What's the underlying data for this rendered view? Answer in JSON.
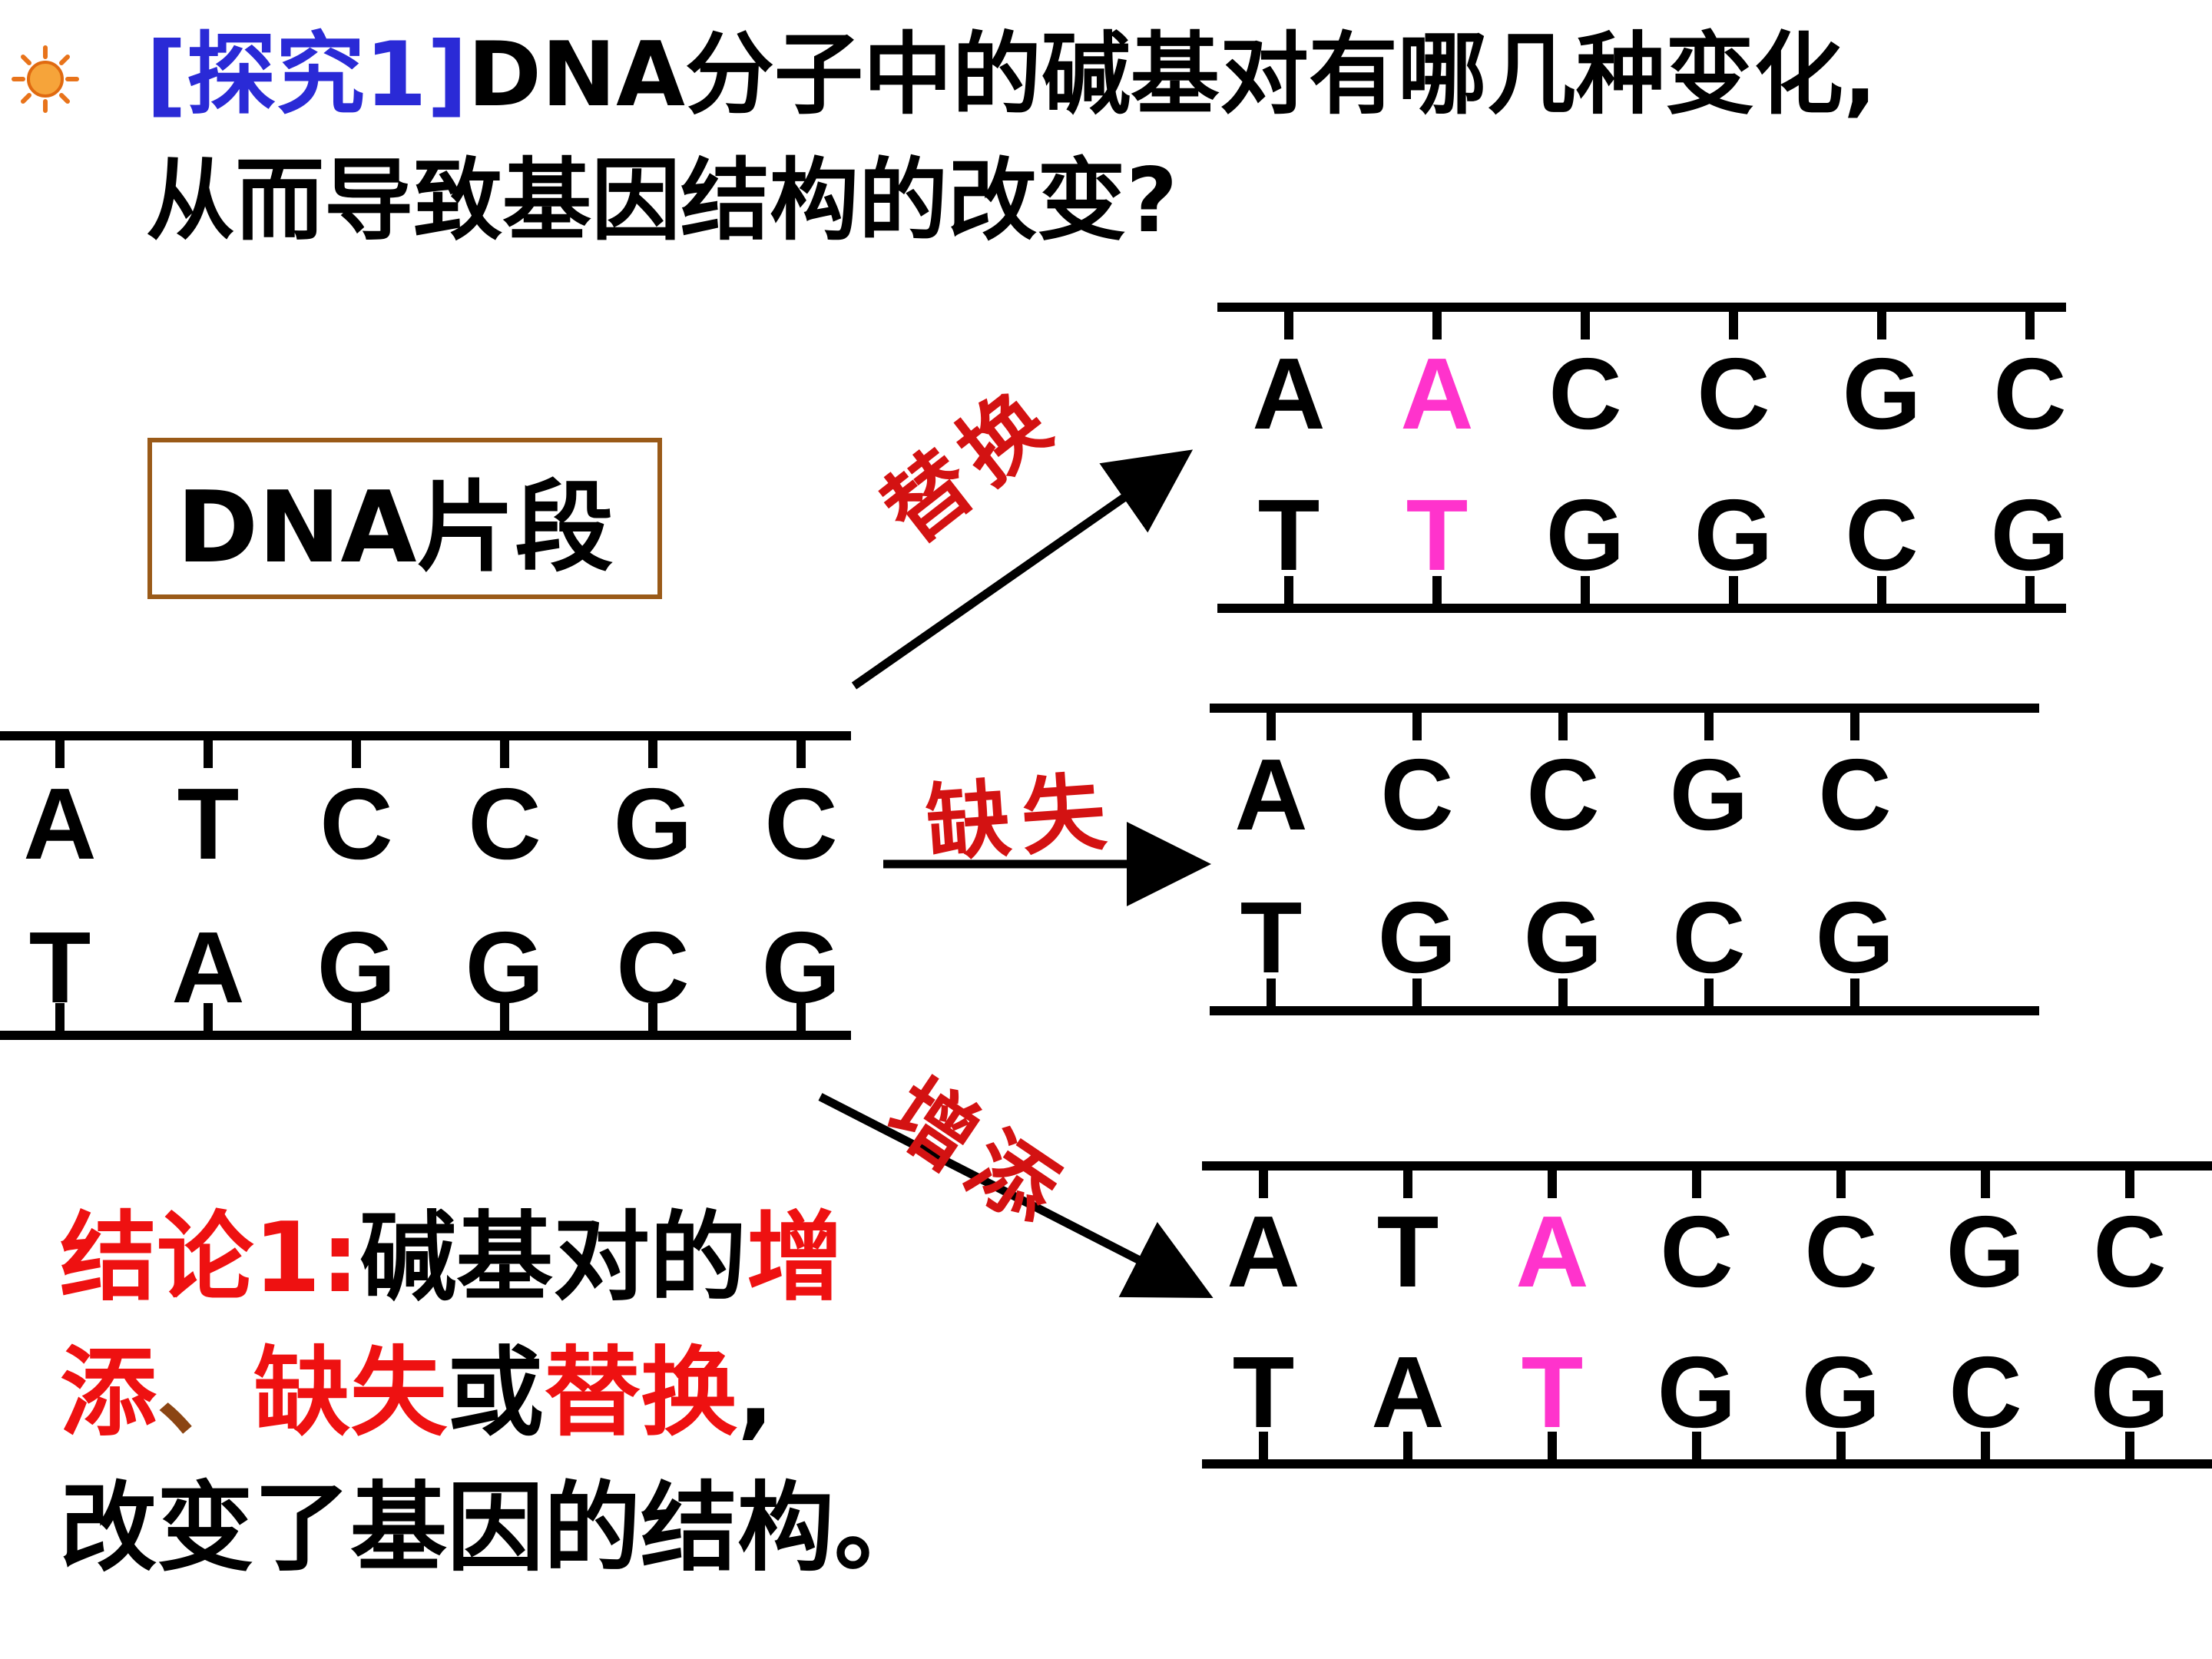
{
  "header": {
    "tag": "[探究1]",
    "question_line1": "DNA分子中的碱基对有哪几种变化,",
    "question_line2": "从而导致基因结构的改变?"
  },
  "fragment_label": "DNA片段",
  "original": {
    "top": [
      "A",
      "T",
      "C",
      "C",
      "G",
      "C"
    ],
    "bottom": [
      "T",
      "A",
      "G",
      "G",
      "C",
      "G"
    ]
  },
  "substitution": {
    "label": "替换",
    "top": [
      "A",
      "A",
      "C",
      "C",
      "G",
      "C"
    ],
    "bottom": [
      "T",
      "T",
      "G",
      "G",
      "C",
      "G"
    ],
    "highlight_index": 1
  },
  "deletion": {
    "label": "缺失",
    "top": [
      "A",
      "C",
      "C",
      "G",
      "C"
    ],
    "bottom": [
      "T",
      "G",
      "G",
      "C",
      "G"
    ]
  },
  "addition": {
    "label": "增添",
    "top": [
      "A",
      "T",
      "A",
      "C",
      "C",
      "G",
      "C"
    ],
    "bottom": [
      "T",
      "A",
      "T",
      "G",
      "G",
      "C",
      "G"
    ],
    "highlight_index": 2
  },
  "conclusion": {
    "prefix": "结论1:",
    "text1": "碱基对的",
    "w1": "增",
    "w1b": "添",
    "sep": "、",
    "w2": "缺失",
    "mid": "或",
    "w3": "替换",
    "comma": ",",
    "line3": "改变了基因的结构",
    "period": "。"
  },
  "colors": {
    "highlight": "#ff33cc",
    "title_tag": "#2a2ad6",
    "label_red": "#d31212",
    "conclusion_red": "#ee1111",
    "box_border": "#9a5a18"
  }
}
